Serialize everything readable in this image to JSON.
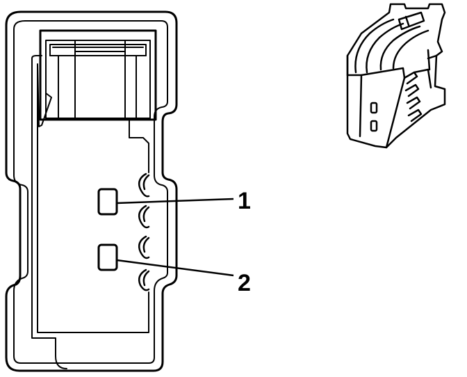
{
  "diagram": {
    "callouts": [
      {
        "id": "1",
        "label": "1"
      },
      {
        "id": "2",
        "label": "2"
      }
    ],
    "stroke_color": "#000000",
    "background_color": "#ffffff"
  }
}
